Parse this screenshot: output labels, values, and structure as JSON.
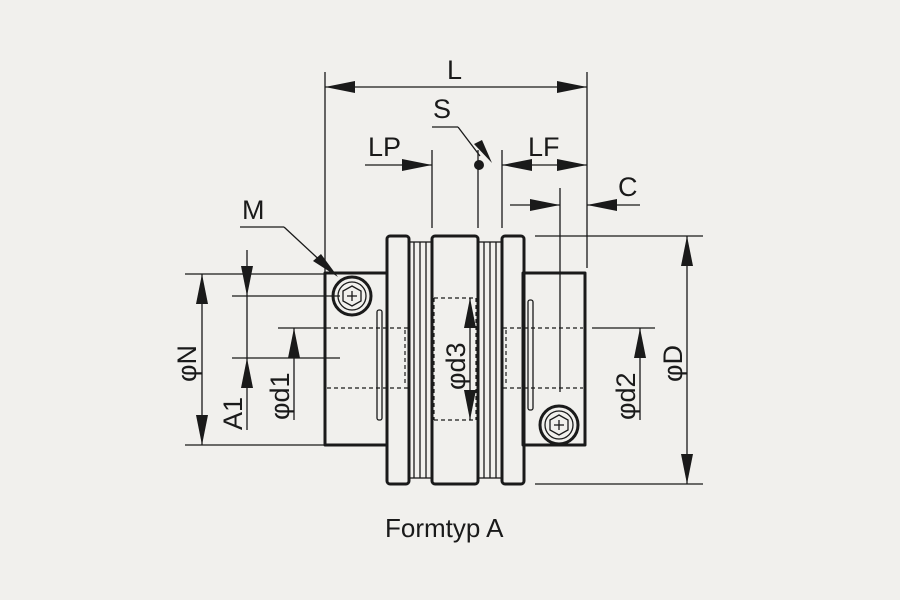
{
  "labels": {
    "L": "L",
    "S": "S",
    "LP": "LP",
    "LF": "LF",
    "C": "C",
    "M": "M",
    "phiN": "φN",
    "A1": "A1",
    "phid1": "φd1",
    "phid3": "φd3",
    "phid2": "φd2",
    "phiD": "φD"
  },
  "caption": "Formtyp A"
}
